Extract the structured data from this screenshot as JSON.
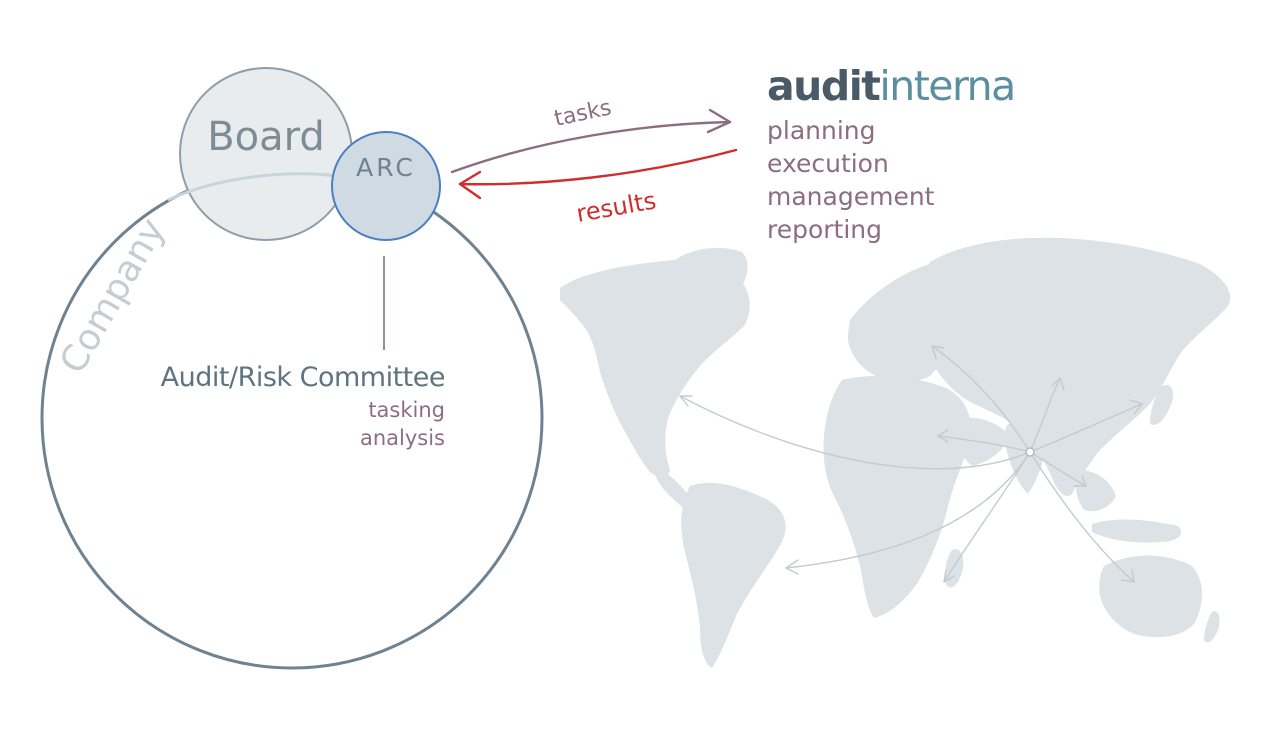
{
  "board_label": "Board",
  "arc_label": "ARC",
  "company_label": "Company",
  "committee": {
    "title": "Audit/Risk Committee",
    "items": [
      "tasking",
      "analysis"
    ]
  },
  "arrows": {
    "tasks_label": "tasks",
    "results_label": "results"
  },
  "brand": {
    "part1": "audit",
    "part2": "interna"
  },
  "services": [
    "planning",
    "execution",
    "management",
    "reporting"
  ],
  "colors": {
    "circle_stroke": "#6e8291",
    "circle_fill": "#e8ecef",
    "arc_fill": "#cfdae2",
    "arc_stroke": "#4a7fc0",
    "tasks_arrow": "#8c6e7e",
    "results_arrow": "#d22d2d",
    "map_fill": "#dde2e6",
    "brand_dark": "#4a5a66",
    "brand_light": "#5a8fa0",
    "accent_text": "#8c6e7e"
  }
}
